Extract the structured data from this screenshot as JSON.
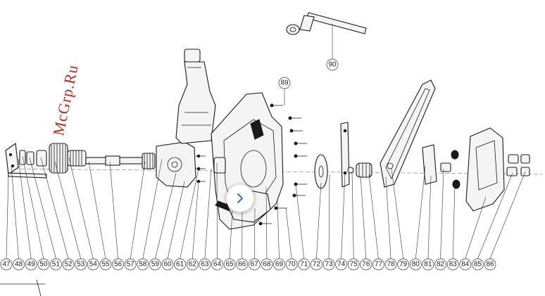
{
  "diagram": {
    "watermark": "McGrp.Ru",
    "callouts": [
      "47",
      "48",
      "49",
      "50",
      "51",
      "52",
      "53",
      "54",
      "55",
      "56",
      "57",
      "58",
      "59",
      "60",
      "61",
      "62",
      "63",
      "64",
      "65",
      "66",
      "67",
      "68",
      "69",
      "70",
      "71",
      "72",
      "73",
      "74",
      "75",
      "76",
      "77",
      "78",
      "79",
      "80",
      "81",
      "82",
      "83",
      "84",
      "85",
      "86"
    ],
    "callout_89": "89",
    "callout_90": "90"
  },
  "navigation": {
    "next_icon": "chevron-right-icon",
    "accent": "#2f6fd0"
  }
}
